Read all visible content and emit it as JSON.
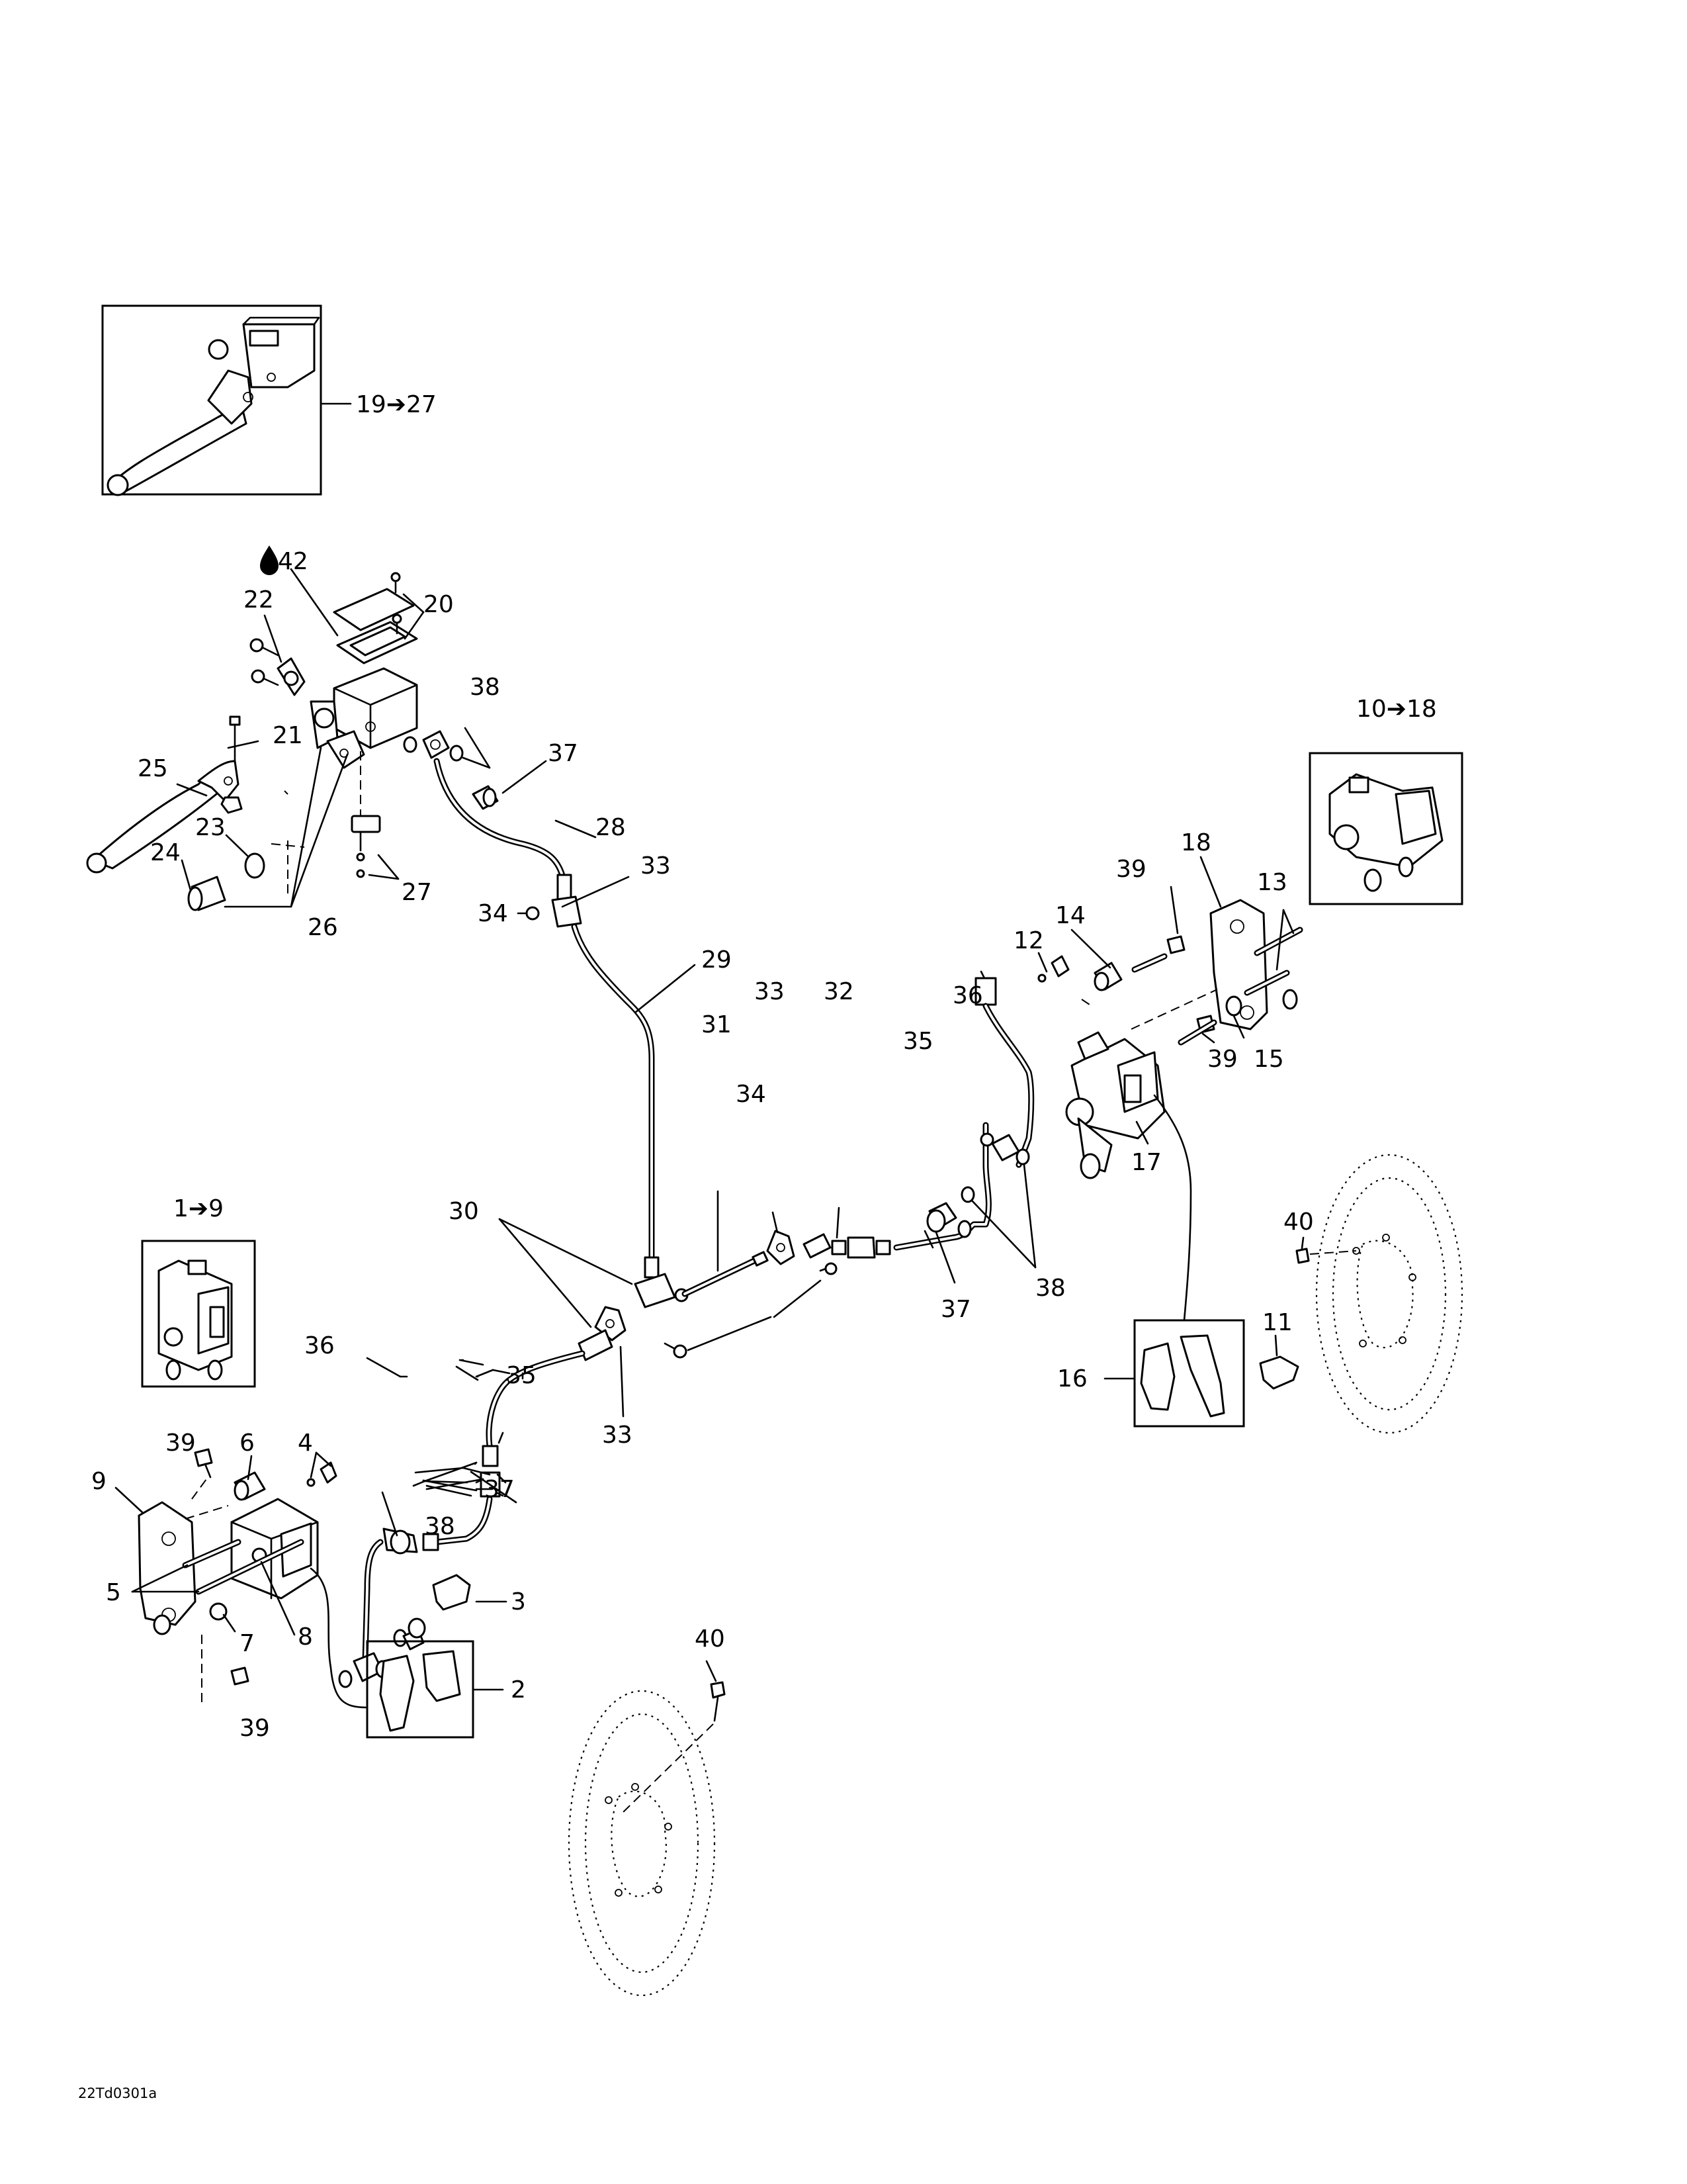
{
  "drawing_code": "22Td0301a",
  "callouts": {
    "c1": "1➔9",
    "c2": "2",
    "c3": "3",
    "c4": "4",
    "c5": "5",
    "c6": "6",
    "c7": "7",
    "c8": "8",
    "c9": "9",
    "c10": "10➔18",
    "c11": "11",
    "c12": "12",
    "c13": "13",
    "c14": "14",
    "c15": "15",
    "c16": "16",
    "c17": "17",
    "c18": "18",
    "c19": "19➔27",
    "c20": "20",
    "c21": "21",
    "c22": "22",
    "c23": "23",
    "c24": "24",
    "c25": "25",
    "c26": "26",
    "c27": "27",
    "c28": "28",
    "c29": "29",
    "c30": "30",
    "c31": "31",
    "c32": "32",
    "c33a": "33",
    "c33b": "33",
    "c33c": "33",
    "c34a": "34",
    "c34b": "34",
    "c35a": "35",
    "c35b": "35",
    "c36a": "36",
    "c36b": "36",
    "c37a": "37",
    "c37b": "37",
    "c37c": "37",
    "c38a": "38",
    "c38b": "38",
    "c38c": "38",
    "c39a": "39",
    "c39b": "39",
    "c39c": "39",
    "c39d": "39",
    "c40a": "40",
    "c40b": "40",
    "c42": "42"
  },
  "icons": {
    "fluid": "oil-drop-icon"
  }
}
